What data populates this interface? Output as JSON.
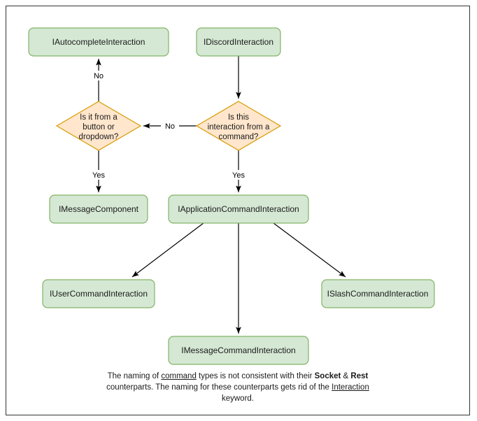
{
  "diagram": {
    "title": "Discord interaction type hierarchy flowchart",
    "colors": {
      "box_fill": "#d5e8d4",
      "box_stroke": "#82b366",
      "diamond_fill": "#ffe6cc",
      "diamond_stroke": "#d79b00",
      "edge": "#000000",
      "frame": "#333333",
      "text": "#1a1a1a",
      "background": "#ffffff"
    },
    "nodes": {
      "autocomplete": {
        "label": "IAutocompleteInteraction",
        "shape": "box"
      },
      "discord": {
        "label": "IDiscordInteraction",
        "shape": "box"
      },
      "decision_button": {
        "shape": "diamond",
        "lines": [
          "Is it from a",
          "button or",
          "dropdown?"
        ]
      },
      "decision_command": {
        "shape": "diamond",
        "lines": [
          "Is this",
          "interaction from a",
          "command?"
        ]
      },
      "message_component": {
        "label": "IMessageComponent",
        "shape": "box"
      },
      "application_command": {
        "label": "IApplicationCommandInteraction",
        "shape": "box"
      },
      "user_command": {
        "label": "IUserCommandInteraction",
        "shape": "box"
      },
      "slash_command": {
        "label": "ISlashCommandInteraction",
        "shape": "box"
      },
      "message_command": {
        "label": "IMessageCommandInteraction",
        "shape": "box"
      }
    },
    "edge_labels": {
      "no_up": "No",
      "no_left": "No",
      "yes_left": "Yes",
      "yes_right": "Yes"
    },
    "caption": {
      "line1_a": "The naming of ",
      "line1_u": "command",
      "line1_b": " types is not consistent with their",
      "line2_a": "",
      "line2_b1": "Socket",
      "line2_mid": " & ",
      "line2_b2": "Rest",
      "line2_c": " counterparts. The naming for these",
      "line3_a": "counterparts gets rid of the ",
      "line3_u": "Interaction",
      "line3_b": " keyword."
    }
  }
}
